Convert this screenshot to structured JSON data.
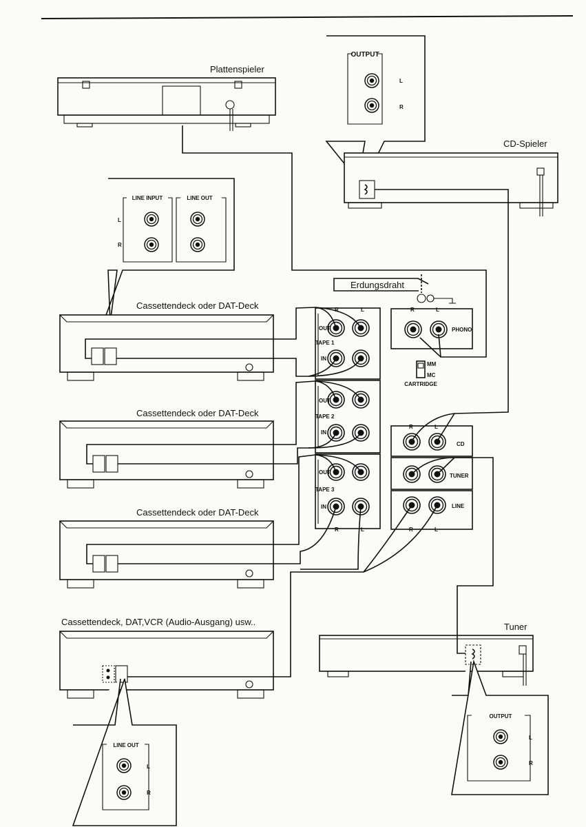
{
  "devices": {
    "turntable": "Plattenspieler",
    "cd_player": "CD-Spieler",
    "deck1": "Cassettendeck oder DAT-Deck",
    "deck2": "Cassettendeck oder DAT-Deck",
    "deck3": "Cassettendeck oder DAT-Deck",
    "deck4": "Cassettendeck, DAT,VCR (Audio-Ausgang) usw..",
    "tuner": "Tuner"
  },
  "callouts": {
    "cd_output": {
      "title": "OUTPUT",
      "l": "L",
      "r": "R"
    },
    "deck1_panel": {
      "line_input": "LINE INPUT",
      "line_out": "LINE OUT",
      "l": "L",
      "r": "R"
    },
    "deck4_panel": {
      "title": "LINE OUT",
      "l": "L",
      "r": "R"
    },
    "tuner_output": {
      "title": "OUTPUT",
      "l": "L",
      "r": "R"
    }
  },
  "amplifier": {
    "ground_label": "Erdungsdraht",
    "tape1": {
      "label": "TAPE 1",
      "out": "OUT",
      "in": "IN"
    },
    "tape2": {
      "label": "TAPE 2",
      "out": "OUT",
      "in": "IN"
    },
    "tape3": {
      "label": "TAPE 3",
      "out": "OUT",
      "in": "IN"
    },
    "channel_r": "R",
    "channel_l": "L",
    "phono": "PHONO",
    "cartridge": {
      "label": "CARTRIDGE",
      "mm": "MM",
      "mc": "MC"
    },
    "cd": "CD",
    "tuner": "TUNER",
    "line": "LINE"
  }
}
